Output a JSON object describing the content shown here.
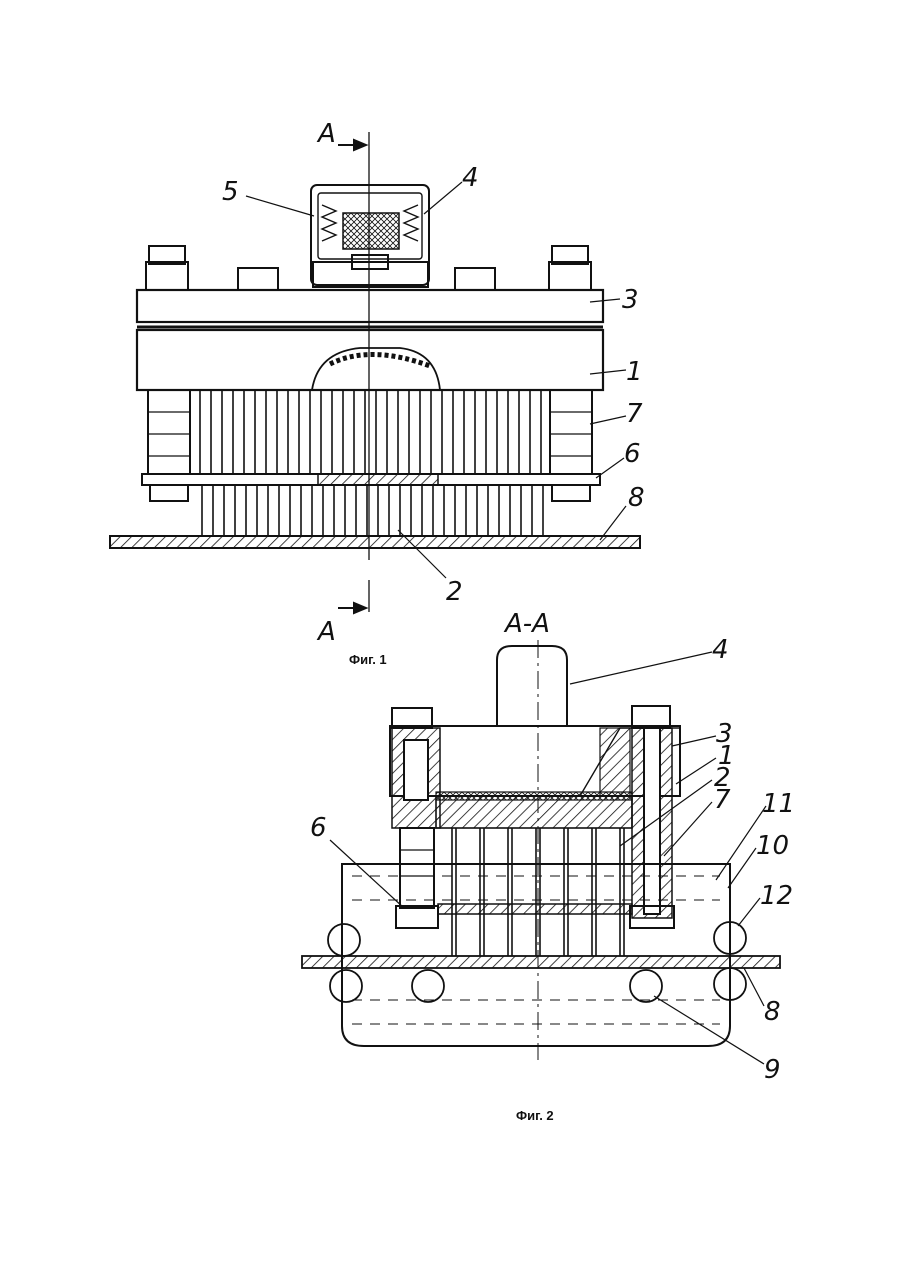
{
  "figure1": {
    "caption": "Фиг. 1",
    "section_marks": {
      "top": "А",
      "bottom": "А"
    },
    "callouts": [
      "1",
      "2",
      "3",
      "4",
      "5",
      "6",
      "7",
      "8"
    ]
  },
  "figure2": {
    "caption": "Фиг. 2",
    "section_title": "А-А",
    "callouts": [
      "1",
      "2",
      "3",
      "4",
      "6",
      "7",
      "8",
      "9",
      "10",
      "11",
      "12"
    ]
  },
  "colors": {
    "ink": "#111111",
    "paper": "#ffffff"
  }
}
